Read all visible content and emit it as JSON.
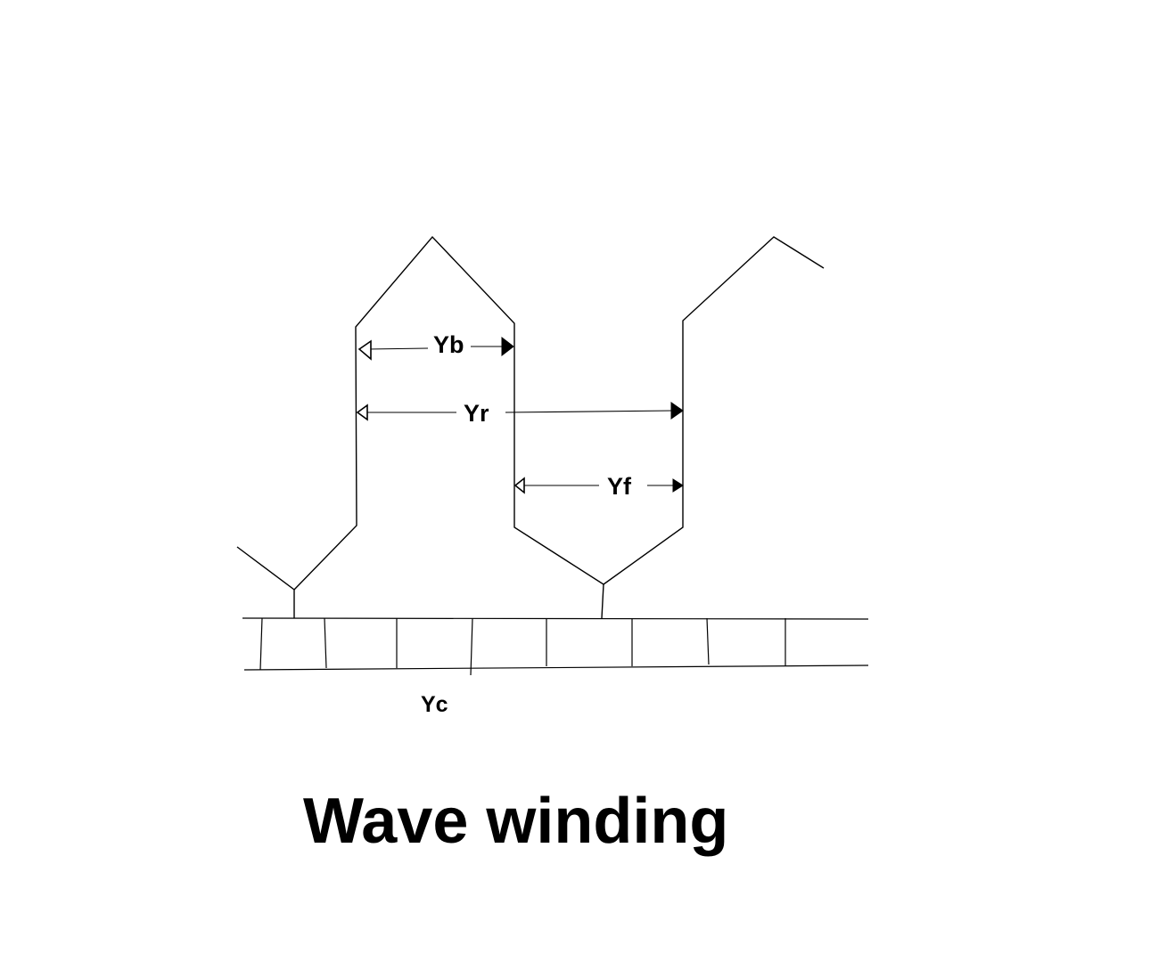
{
  "diagram": {
    "title": "Wave winding",
    "labels": {
      "back_pitch": "Yb",
      "resultant_pitch": "Yr",
      "front_pitch": "Yf",
      "commutator_pitch": "Yc"
    }
  }
}
